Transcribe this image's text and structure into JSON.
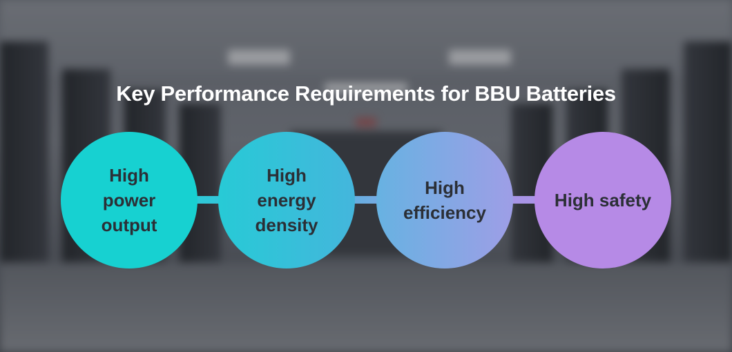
{
  "title": "Key Performance Requirements for BBU Batteries",
  "requirements": [
    {
      "label": "High\npower\noutput",
      "color": "#17d1d1"
    },
    {
      "label": "High\nenergy\ndensity",
      "color": "#36c0da"
    },
    {
      "label": "High\nefficiency",
      "color": "#86a8e4"
    },
    {
      "label": "High safety",
      "color": "#b68ae6"
    }
  ]
}
